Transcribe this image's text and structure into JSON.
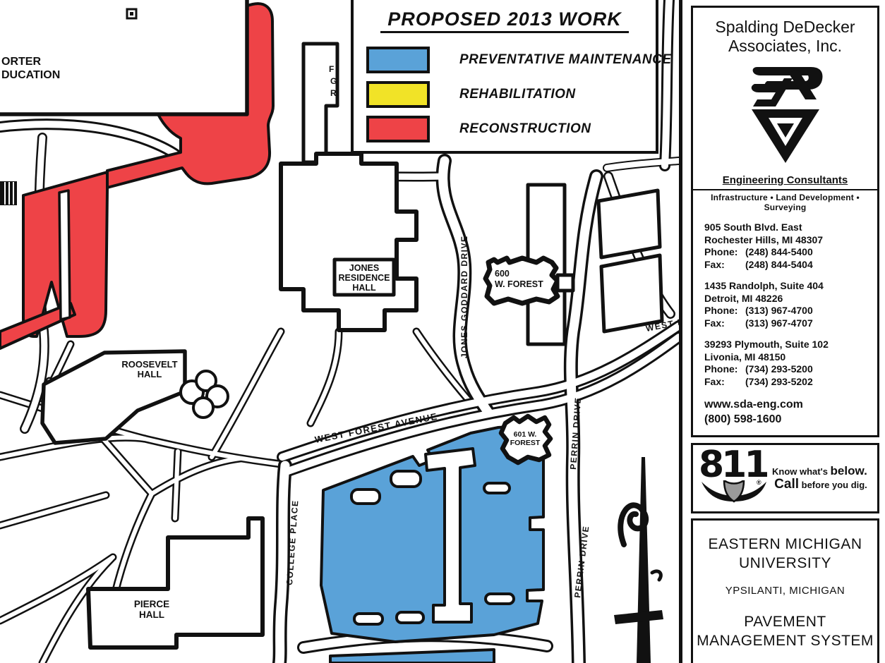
{
  "legend": {
    "title": "PROPOSED 2013 WORK",
    "items": [
      {
        "label": "PREVENTATIVE MAINTENANCE",
        "color": "#5AA2D8"
      },
      {
        "label": "REHABILITATION",
        "color": "#F1E327"
      },
      {
        "label": "RECONSTRUCTION",
        "color": "#EE4347"
      }
    ]
  },
  "map": {
    "buildings": {
      "porter": [
        "ORTER",
        "DUCATION"
      ],
      "jones": [
        "JONES",
        "RESIDENCE",
        "HALL"
      ],
      "roosevelt": [
        "ROOSEVELT",
        "HALL"
      ],
      "pierce": [
        "PIERCE",
        "HALL"
      ],
      "forest600": [
        "600",
        "W. FOREST"
      ],
      "forest601": [
        "601 W.",
        "FOREST"
      ],
      "partial_vertical": [
        "F",
        "G",
        "R"
      ]
    },
    "streets": {
      "west_forest": "WEST FOREST AVENUE",
      "west_forest_partial": "WEST F",
      "jones_goddard": "JONES GODDARD DRIVE",
      "perrin1": "PERRIN DRIVE",
      "perrin2": "PERRIN DRIVE",
      "college": "COLLEGE PLACE"
    }
  },
  "sidebar": {
    "company": {
      "name1": "Spalding DeDecker",
      "name2": "Associates, Inc.",
      "tagline": "Engineering Consultants",
      "services": "Infrastructure • Land Development • Surveying"
    },
    "offices": [
      {
        "address1": "905 South Blvd. East",
        "address2": "Rochester Hills, MI 48307",
        "phone_label": "Phone:",
        "phone": "(248) 844-5400",
        "fax_label": "Fax:",
        "fax": "(248) 844-5404"
      },
      {
        "address1": "1435 Randolph, Suite 404",
        "address2": "Detroit, MI 48226",
        "phone_label": "Phone:",
        "phone": "(313) 967-4700",
        "fax_label": "Fax:",
        "fax": "(313) 967-4707"
      },
      {
        "address1": "39293 Plymouth, Suite 102",
        "address2": "Livonia, MI 48150",
        "phone_label": "Phone:",
        "phone": "(734) 293-5200",
        "fax_label": "Fax:",
        "fax": "(734) 293-5202"
      }
    ],
    "website": "www.sda-eng.com",
    "tollfree": "(800) 598-1600",
    "call811": {
      "number": "811",
      "reg": "®",
      "line1_a": "Know what's ",
      "line1_b": "below.",
      "line2_a": "Call",
      "line2_b": " before you dig."
    },
    "project": {
      "client1": "EASTERN MICHIGAN",
      "client2": "UNIVERSITY",
      "location": "YPSILANTI, MICHIGAN",
      "title1": "PAVEMENT",
      "title2": "MANAGEMENT SYSTEM"
    }
  }
}
